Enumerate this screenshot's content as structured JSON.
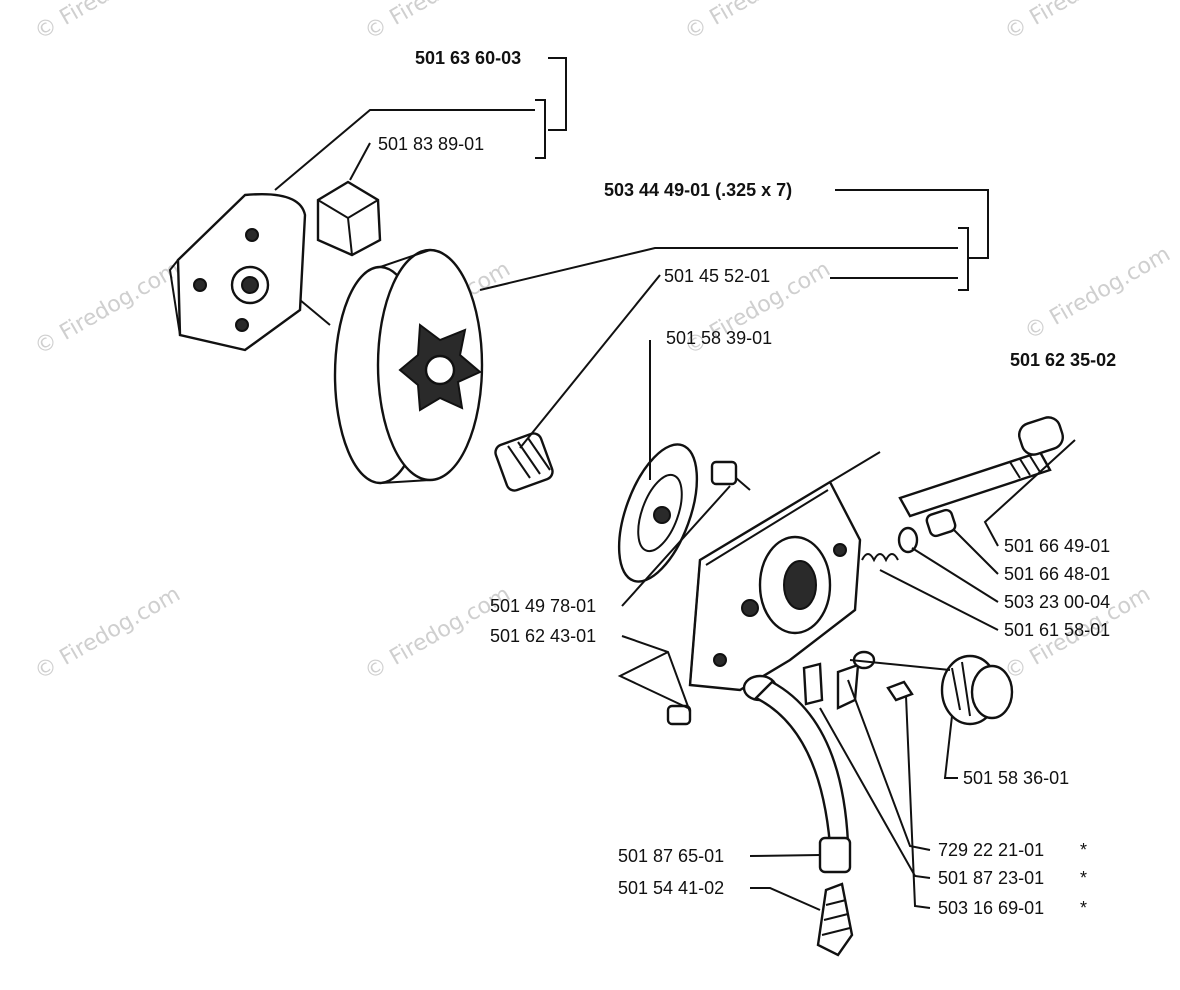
{
  "watermark": "© Firedog.com",
  "assembly_labels": {
    "clutch_assembly": "501 63 60-03",
    "drum_assembly": "503 44 49-01 (.325 x 7)",
    "pump_assembly": "501 62 35-02"
  },
  "part_labels": {
    "clutch_spring": "501 83 89-01",
    "needle_bearing": "501 45 52-01",
    "washer": "501 58 39-01",
    "screw_a": "501 49 78-01",
    "screw_b": "501 62 43-01",
    "pump_shaft": "501 66 49-01",
    "sleeve": "501 66 48-01",
    "washer_small": "503 23 00-04",
    "spring": "501 61 58-01",
    "worm_gear": "501 58 36-01",
    "oil_hose": "501 87 65-01",
    "filter": "501 54 41-02",
    "clip": "729 22 21-01",
    "hose_clamp": "501 87 23-01",
    "adjust_screw": "503 16 69-01"
  },
  "asterisk": "*"
}
